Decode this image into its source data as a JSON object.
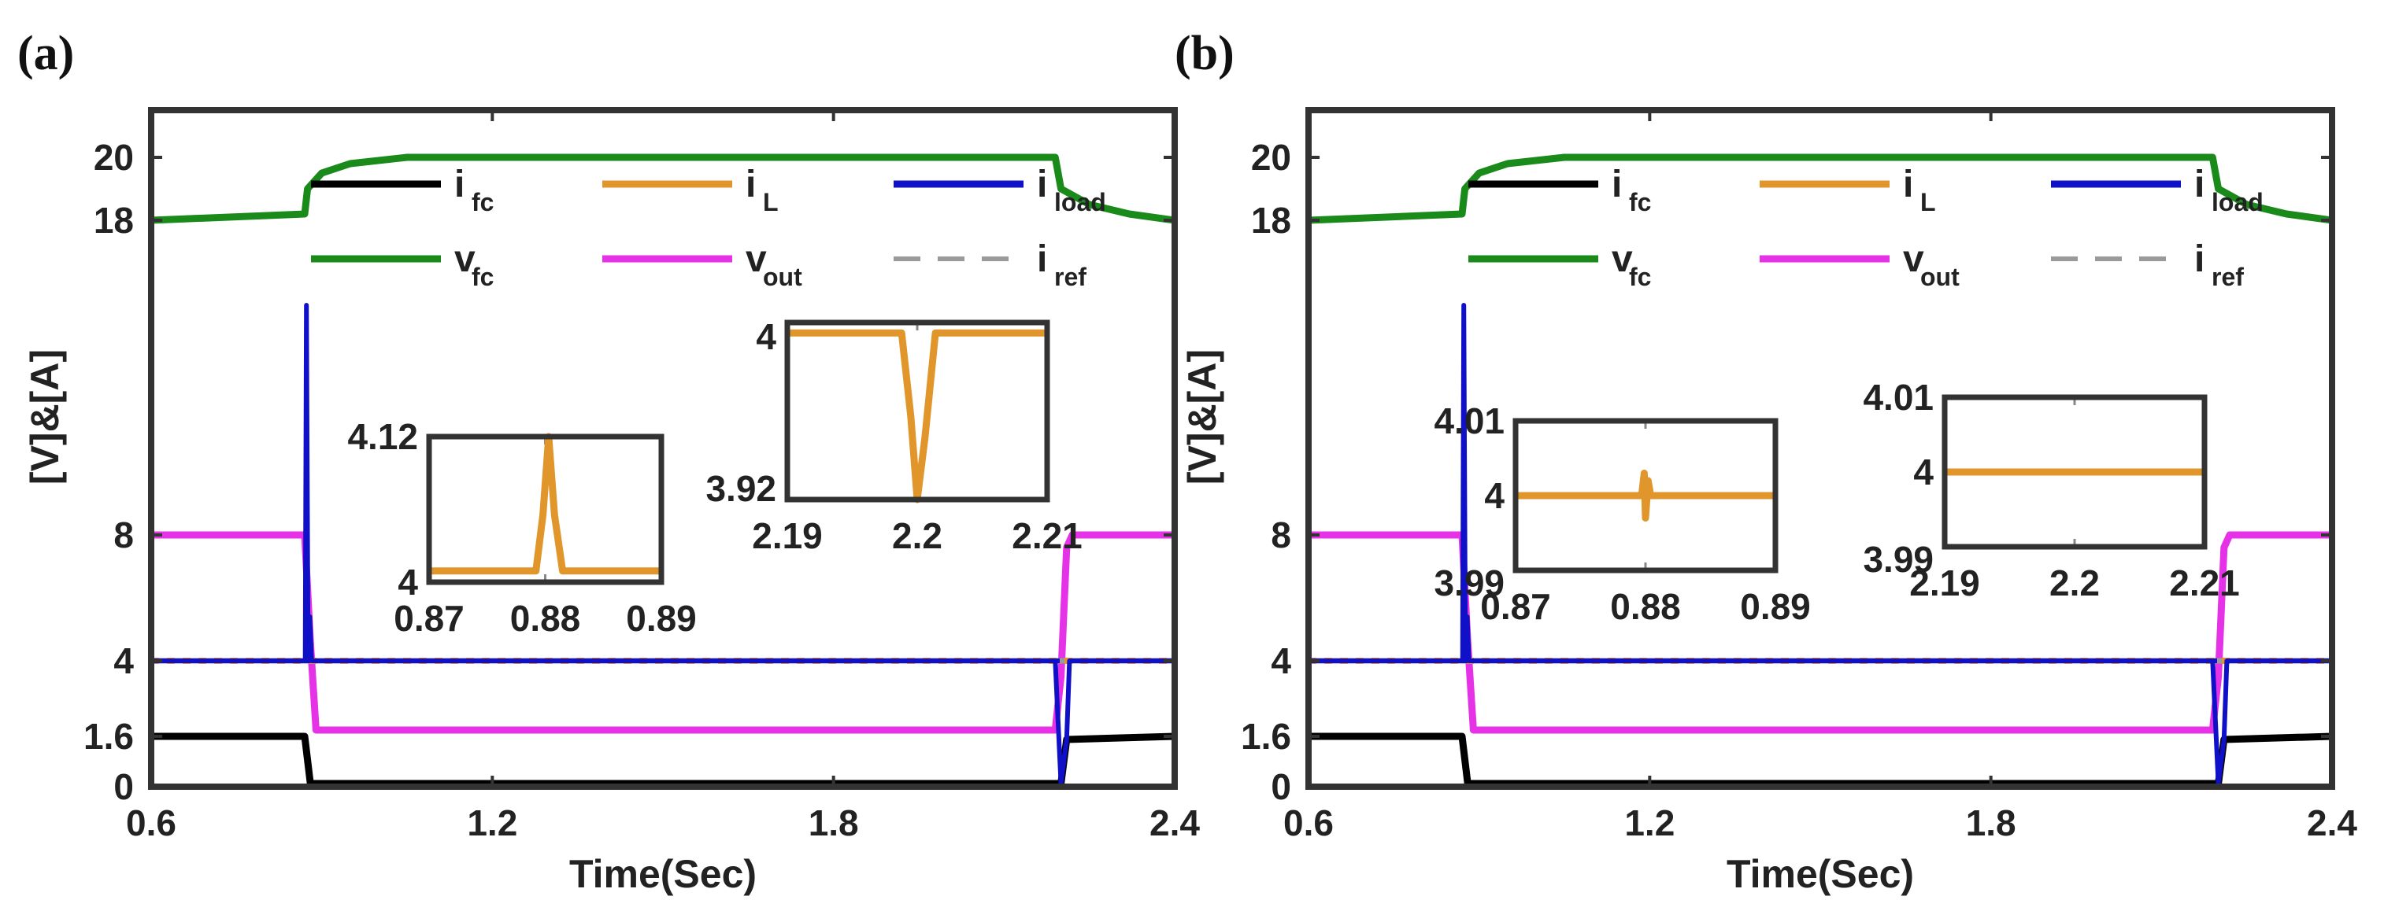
{
  "colors": {
    "i_fc": "#000000",
    "i_L": "#E0962A",
    "i_load": "#1010C8",
    "v_fc": "#1A8A1A",
    "v_out": "#E632E6",
    "i_ref": "#9A9A9A",
    "frame": "#333333"
  },
  "legend": [
    {
      "key": "i_fc",
      "main": "i",
      "sub": "fc",
      "dash": false
    },
    {
      "key": "i_L",
      "main": "i",
      "sub": "L",
      "dash": false
    },
    {
      "key": "i_load",
      "main": "i",
      "sub": "load",
      "dash": false
    },
    {
      "key": "v_fc",
      "main": "v",
      "sub": "fc",
      "dash": false
    },
    {
      "key": "v_out",
      "main": "v",
      "sub": "out",
      "dash": false
    },
    {
      "key": "i_ref",
      "main": "i",
      "sub": "ref",
      "dash": true
    }
  ],
  "chart_data": [
    {
      "panel_label": "(a)",
      "type": "line",
      "xlabel": "Time(Sec)",
      "ylabel": "[V]&[A]",
      "xlim": [
        0.6,
        2.4
      ],
      "ylim": [
        0,
        21.5
      ],
      "xticks": [
        {
          "v": 0.6,
          "label": "0.6"
        },
        {
          "v": 1.2,
          "label": "1.2"
        },
        {
          "v": 1.8,
          "label": "1.8"
        },
        {
          "v": 2.4,
          "label": "2.4"
        }
      ],
      "yticks": [
        {
          "v": 0,
          "label": "0"
        },
        {
          "v": 1.6,
          "label": "1.6"
        },
        {
          "v": 4,
          "label": "4"
        },
        {
          "v": 8,
          "label": "8"
        },
        {
          "v": 18,
          "label": "18"
        },
        {
          "v": 20,
          "label": "20"
        }
      ],
      "series": [
        {
          "key": "v_fc",
          "points": [
            [
              0.6,
              18
            ],
            [
              0.87,
              18.2
            ],
            [
              0.875,
              19.0
            ],
            [
              0.9,
              19.5
            ],
            [
              0.95,
              19.8
            ],
            [
              1.05,
              20
            ],
            [
              2.19,
              20
            ],
            [
              2.2,
              19.0
            ],
            [
              2.25,
              18.5
            ],
            [
              2.32,
              18.2
            ],
            [
              2.4,
              18
            ]
          ]
        },
        {
          "key": "i_fc",
          "points": [
            [
              0.6,
              1.6
            ],
            [
              0.87,
              1.6
            ],
            [
              0.88,
              0.1
            ],
            [
              2.2,
              0.1
            ],
            [
              2.21,
              1.5
            ],
            [
              2.4,
              1.6
            ]
          ]
        },
        {
          "key": "v_out",
          "points": [
            [
              0.6,
              8
            ],
            [
              0.87,
              8
            ],
            [
              0.88,
              4.6
            ],
            [
              0.89,
              1.8
            ],
            [
              2.19,
              1.8
            ],
            [
              2.2,
              3.5
            ],
            [
              2.21,
              7.6
            ],
            [
              2.22,
              8
            ],
            [
              2.4,
              8
            ]
          ]
        },
        {
          "key": "i_load",
          "points": [
            [
              0.6,
              4
            ],
            [
              0.871,
              4
            ],
            [
              0.873,
              15.3
            ],
            [
              0.876,
              4
            ],
            [
              0.879,
              5.4
            ],
            [
              0.882,
              4
            ],
            [
              2.19,
              4
            ],
            [
              2.2,
              0.1
            ],
            [
              2.21,
              1.5
            ],
            [
              2.215,
              4
            ],
            [
              2.4,
              4
            ]
          ]
        },
        {
          "key": "i_L",
          "points": [
            [
              0.6,
              4
            ],
            [
              2.4,
              4
            ]
          ]
        },
        {
          "key": "i_ref",
          "points": [
            [
              0.6,
              4
            ],
            [
              2.4,
              4
            ]
          ]
        }
      ],
      "insets": [
        {
          "xlim": [
            0.87,
            0.89
          ],
          "ylim": [
            3.99,
            4.12
          ],
          "xticks": [
            "0.87",
            "0.88",
            "0.89"
          ],
          "y_top_label": "4.12",
          "y_bottom_label": "4",
          "y_label_side": "left",
          "points": [
            [
              0.87,
              4
            ],
            [
              0.8792,
              4
            ],
            [
              0.8798,
              4.05
            ],
            [
              0.8803,
              4.12
            ],
            [
              0.8808,
              4.05
            ],
            [
              0.8815,
              4.0
            ],
            [
              0.89,
              4
            ]
          ]
        },
        {
          "xlim": [
            2.19,
            2.21
          ],
          "ylim": [
            3.92,
            4.005
          ],
          "xticks": [
            "2.19",
            "2.2",
            "2.21"
          ],
          "y_top_label": "4",
          "y_bottom_label": "3.92",
          "y_label_side": "left",
          "points": [
            [
              2.19,
              4
            ],
            [
              2.1988,
              4
            ],
            [
              2.1995,
              3.96
            ],
            [
              2.2,
              3.92
            ],
            [
              2.2006,
              3.95
            ],
            [
              2.2014,
              4.0
            ],
            [
              2.21,
              4
            ]
          ]
        }
      ]
    },
    {
      "panel_label": "(b)",
      "type": "line",
      "xlabel": "Time(Sec)",
      "ylabel": "[V]&[A]",
      "xlim": [
        0.6,
        2.4
      ],
      "ylim": [
        0,
        21.5
      ],
      "xticks": [
        {
          "v": 0.6,
          "label": "0.6"
        },
        {
          "v": 1.2,
          "label": "1.2"
        },
        {
          "v": 1.8,
          "label": "1.8"
        },
        {
          "v": 2.4,
          "label": "2.4"
        }
      ],
      "yticks": [
        {
          "v": 0,
          "label": "0"
        },
        {
          "v": 1.6,
          "label": "1.6"
        },
        {
          "v": 4,
          "label": "4"
        },
        {
          "v": 8,
          "label": "8"
        },
        {
          "v": 18,
          "label": "18"
        },
        {
          "v": 20,
          "label": "20"
        }
      ],
      "series": [
        {
          "key": "v_fc",
          "points": [
            [
              0.6,
              18
            ],
            [
              0.87,
              18.2
            ],
            [
              0.875,
              19.0
            ],
            [
              0.9,
              19.5
            ],
            [
              0.95,
              19.8
            ],
            [
              1.05,
              20
            ],
            [
              2.19,
              20
            ],
            [
              2.2,
              19.0
            ],
            [
              2.25,
              18.5
            ],
            [
              2.32,
              18.2
            ],
            [
              2.4,
              18
            ]
          ]
        },
        {
          "key": "i_fc",
          "points": [
            [
              0.6,
              1.6
            ],
            [
              0.87,
              1.6
            ],
            [
              0.88,
              0.1
            ],
            [
              2.2,
              0.1
            ],
            [
              2.21,
              1.5
            ],
            [
              2.4,
              1.6
            ]
          ]
        },
        {
          "key": "v_out",
          "points": [
            [
              0.6,
              8
            ],
            [
              0.87,
              8
            ],
            [
              0.88,
              4.6
            ],
            [
              0.89,
              1.8
            ],
            [
              2.19,
              1.8
            ],
            [
              2.2,
              3.5
            ],
            [
              2.21,
              7.6
            ],
            [
              2.22,
              8
            ],
            [
              2.4,
              8
            ]
          ]
        },
        {
          "key": "i_load",
          "points": [
            [
              0.6,
              4
            ],
            [
              0.871,
              4
            ],
            [
              0.873,
              15.3
            ],
            [
              0.876,
              4
            ],
            [
              0.879,
              5.4
            ],
            [
              0.882,
              4
            ],
            [
              2.19,
              4
            ],
            [
              2.2,
              0.1
            ],
            [
              2.21,
              1.5
            ],
            [
              2.215,
              4
            ],
            [
              2.4,
              4
            ]
          ]
        },
        {
          "key": "i_L",
          "points": [
            [
              0.6,
              4
            ],
            [
              2.4,
              4
            ]
          ]
        },
        {
          "key": "i_ref",
          "points": [
            [
              0.6,
              4
            ],
            [
              2.4,
              4
            ]
          ]
        }
      ],
      "insets": [
        {
          "xlim": [
            0.87,
            0.89
          ],
          "ylim": [
            3.99,
            4.01
          ],
          "xticks": [
            "0.87",
            "0.88",
            "0.89"
          ],
          "y_top_label": "4.01",
          "y_mid_label": "4",
          "y_bottom_label": "3.99",
          "y_label_side": "left",
          "points": [
            [
              0.87,
              4
            ],
            [
              0.8797,
              4
            ],
            [
              0.8799,
              4.003
            ],
            [
              0.88,
              3.997
            ],
            [
              0.8802,
              4.002
            ],
            [
              0.8804,
              4
            ],
            [
              0.89,
              4
            ]
          ]
        },
        {
          "xlim": [
            2.19,
            2.21
          ],
          "ylim": [
            3.99,
            4.01
          ],
          "xticks": [
            "2.19",
            "2.2",
            "2.21"
          ],
          "y_top_label": "4.01",
          "y_mid_label": "4",
          "y_bottom_label": "3.99",
          "y_label_side": "left",
          "points": [
            [
              2.19,
              4
            ],
            [
              2.21,
              4
            ]
          ]
        }
      ]
    }
  ]
}
